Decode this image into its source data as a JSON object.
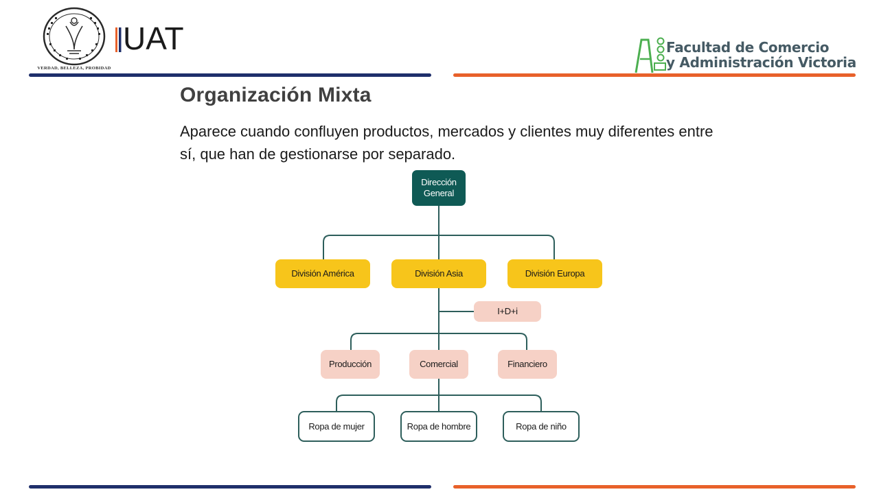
{
  "header": {
    "university_motto": "VERDAD, BELLEZA, PROBIDAD",
    "university_logo_text": "UAT",
    "faculty_line1": "Facultad de Comercio",
    "faculty_line2": "y Administración Victoria"
  },
  "slide": {
    "title": "Organización Mixta",
    "description": "Aparece cuando confluyen productos, mercados y clientes muy diferentes entre sí, que han de gestionarse por separado."
  },
  "org_chart": {
    "root": "Dirección General",
    "divisions": [
      "División América",
      "División Asia",
      "División Europa"
    ],
    "staff_unit": "I+D+i",
    "departments": [
      "Producción",
      "Comercial",
      "Financiero"
    ],
    "product_lines": [
      "Ropa de mujer",
      "Ropa de hombre",
      "Ropa de niño"
    ]
  },
  "colors": {
    "blue_stripe": "#1f2f6b",
    "orange_stripe": "#e8612a",
    "root_node": "#0f5a55",
    "division_node": "#f7c51b",
    "department_node": "#f6d1c6",
    "connector": "#2d5e5b"
  }
}
